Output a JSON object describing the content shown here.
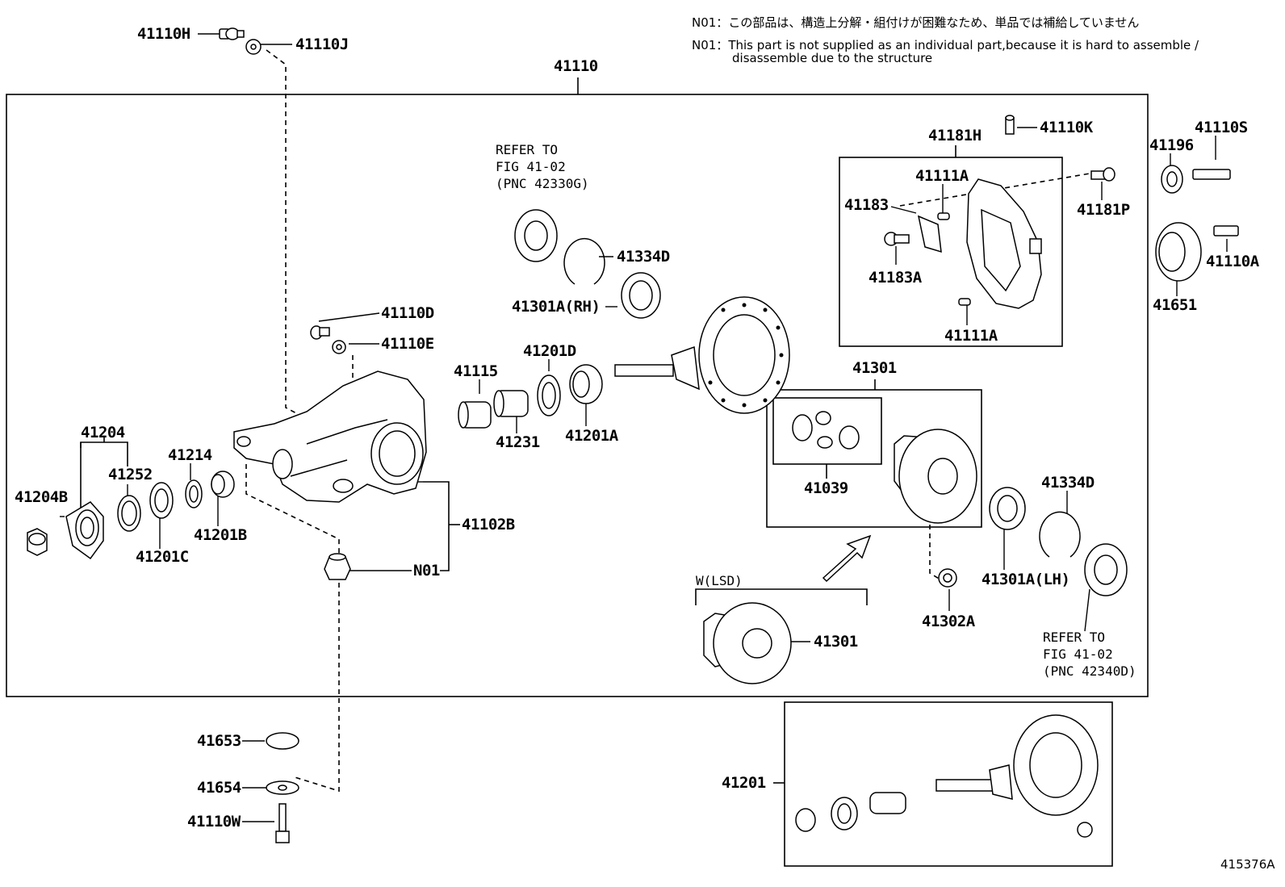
{
  "notes": {
    "jp_prefix": "N01：",
    "jp_text": "この部品は、構造上分解・組付けが困難なため、単品では補給していません",
    "en_prefix": "N01：",
    "en_line1": "This part is not supplied as an individual part,because it is hard to assemble /",
    "en_line2": "disassemble due to the structure"
  },
  "figure_id": "415376A",
  "labels": {
    "p41110H": "41110H",
    "p41110J": "41110J",
    "p41110": "41110",
    "p41110D": "41110D",
    "p41110E": "41110E",
    "p41204": "41204",
    "p41252": "41252",
    "p41214": "41214",
    "p41204B": "41204B",
    "p41201C": "41201C",
    "p41201B": "41201B",
    "p41102B": "41102B",
    "pN01": "N01",
    "p41115": "41115",
    "p41231": "41231",
    "p41201D": "41201D",
    "p41201A": "41201A",
    "p41334D_top": "41334D",
    "p41301A_RH": "41301A(RH)",
    "p41181H": "41181H",
    "p41110K": "41110K",
    "p41111A_top": "41111A",
    "p41183": "41183",
    "p41183A": "41183A",
    "p41111A_bot": "41111A",
    "p41181P": "41181P",
    "p41196": "41196",
    "p41110S": "41110S",
    "p41110A": "41110A",
    "p41651": "41651",
    "p41301_top": "41301",
    "p41039": "41039",
    "p41334D_bot": "41334D",
    "p41301A_LH": "41301A(LH)",
    "p41302A": "41302A",
    "p41301_lsd": "41301",
    "p41653": "41653",
    "p41654": "41654",
    "p41110W": "41110W",
    "p41201": "41201",
    "w_lsd": "W(LSD)"
  },
  "refs": {
    "top_line1": "REFER TO",
    "top_line2": "FIG 41-02",
    "top_line3": "(PNC 42330G)",
    "bot_line1": "REFER TO",
    "bot_line2": "FIG 41-02",
    "bot_line3": "(PNC 42340D)"
  }
}
